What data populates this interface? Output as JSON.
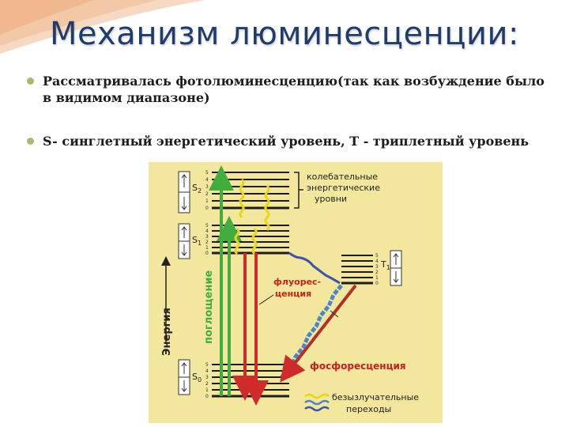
{
  "slide": {
    "title": "Механизм люминесценции:",
    "bullets": [
      "Рассматривалась фотолюминесценцию(так как возбуждение было в видимом диапазоне)",
      "S- синглетный энергетический уровень, T -  триплетный уровень"
    ],
    "bullet_color": "#a9b873",
    "title_color": "#1f3c6e"
  },
  "diagram": {
    "background_color": "#f2e79c",
    "levels": {
      "S2": "S2",
      "S1": "S1",
      "S0": "S0",
      "T1": "T1"
    },
    "sublevel_numbers": [
      "5",
      "4",
      "3",
      "2",
      "1",
      "0"
    ],
    "labels": {
      "vibrational": [
        "колебательные",
        "энергетические",
        "уровни"
      ],
      "energy": "Энергия",
      "absorption": "поглощение",
      "fluorescence": [
        "флуорес-",
        "ценция"
      ],
      "phosphorescence": "фосфоресценция",
      "nonradiative": [
        "безызлучательные",
        "переходы"
      ]
    },
    "colors": {
      "absorption": "#3fae3f",
      "fluorescence": "#d02a2a",
      "phosphorescence": "#b0302a",
      "nonradiative_yellow": "#e8d61a",
      "nonradiative_blue": "#3a54b0",
      "intersystem": "#4b86c9",
      "label_red": "#c8201e",
      "label_blue": "#2b4aa0"
    }
  }
}
